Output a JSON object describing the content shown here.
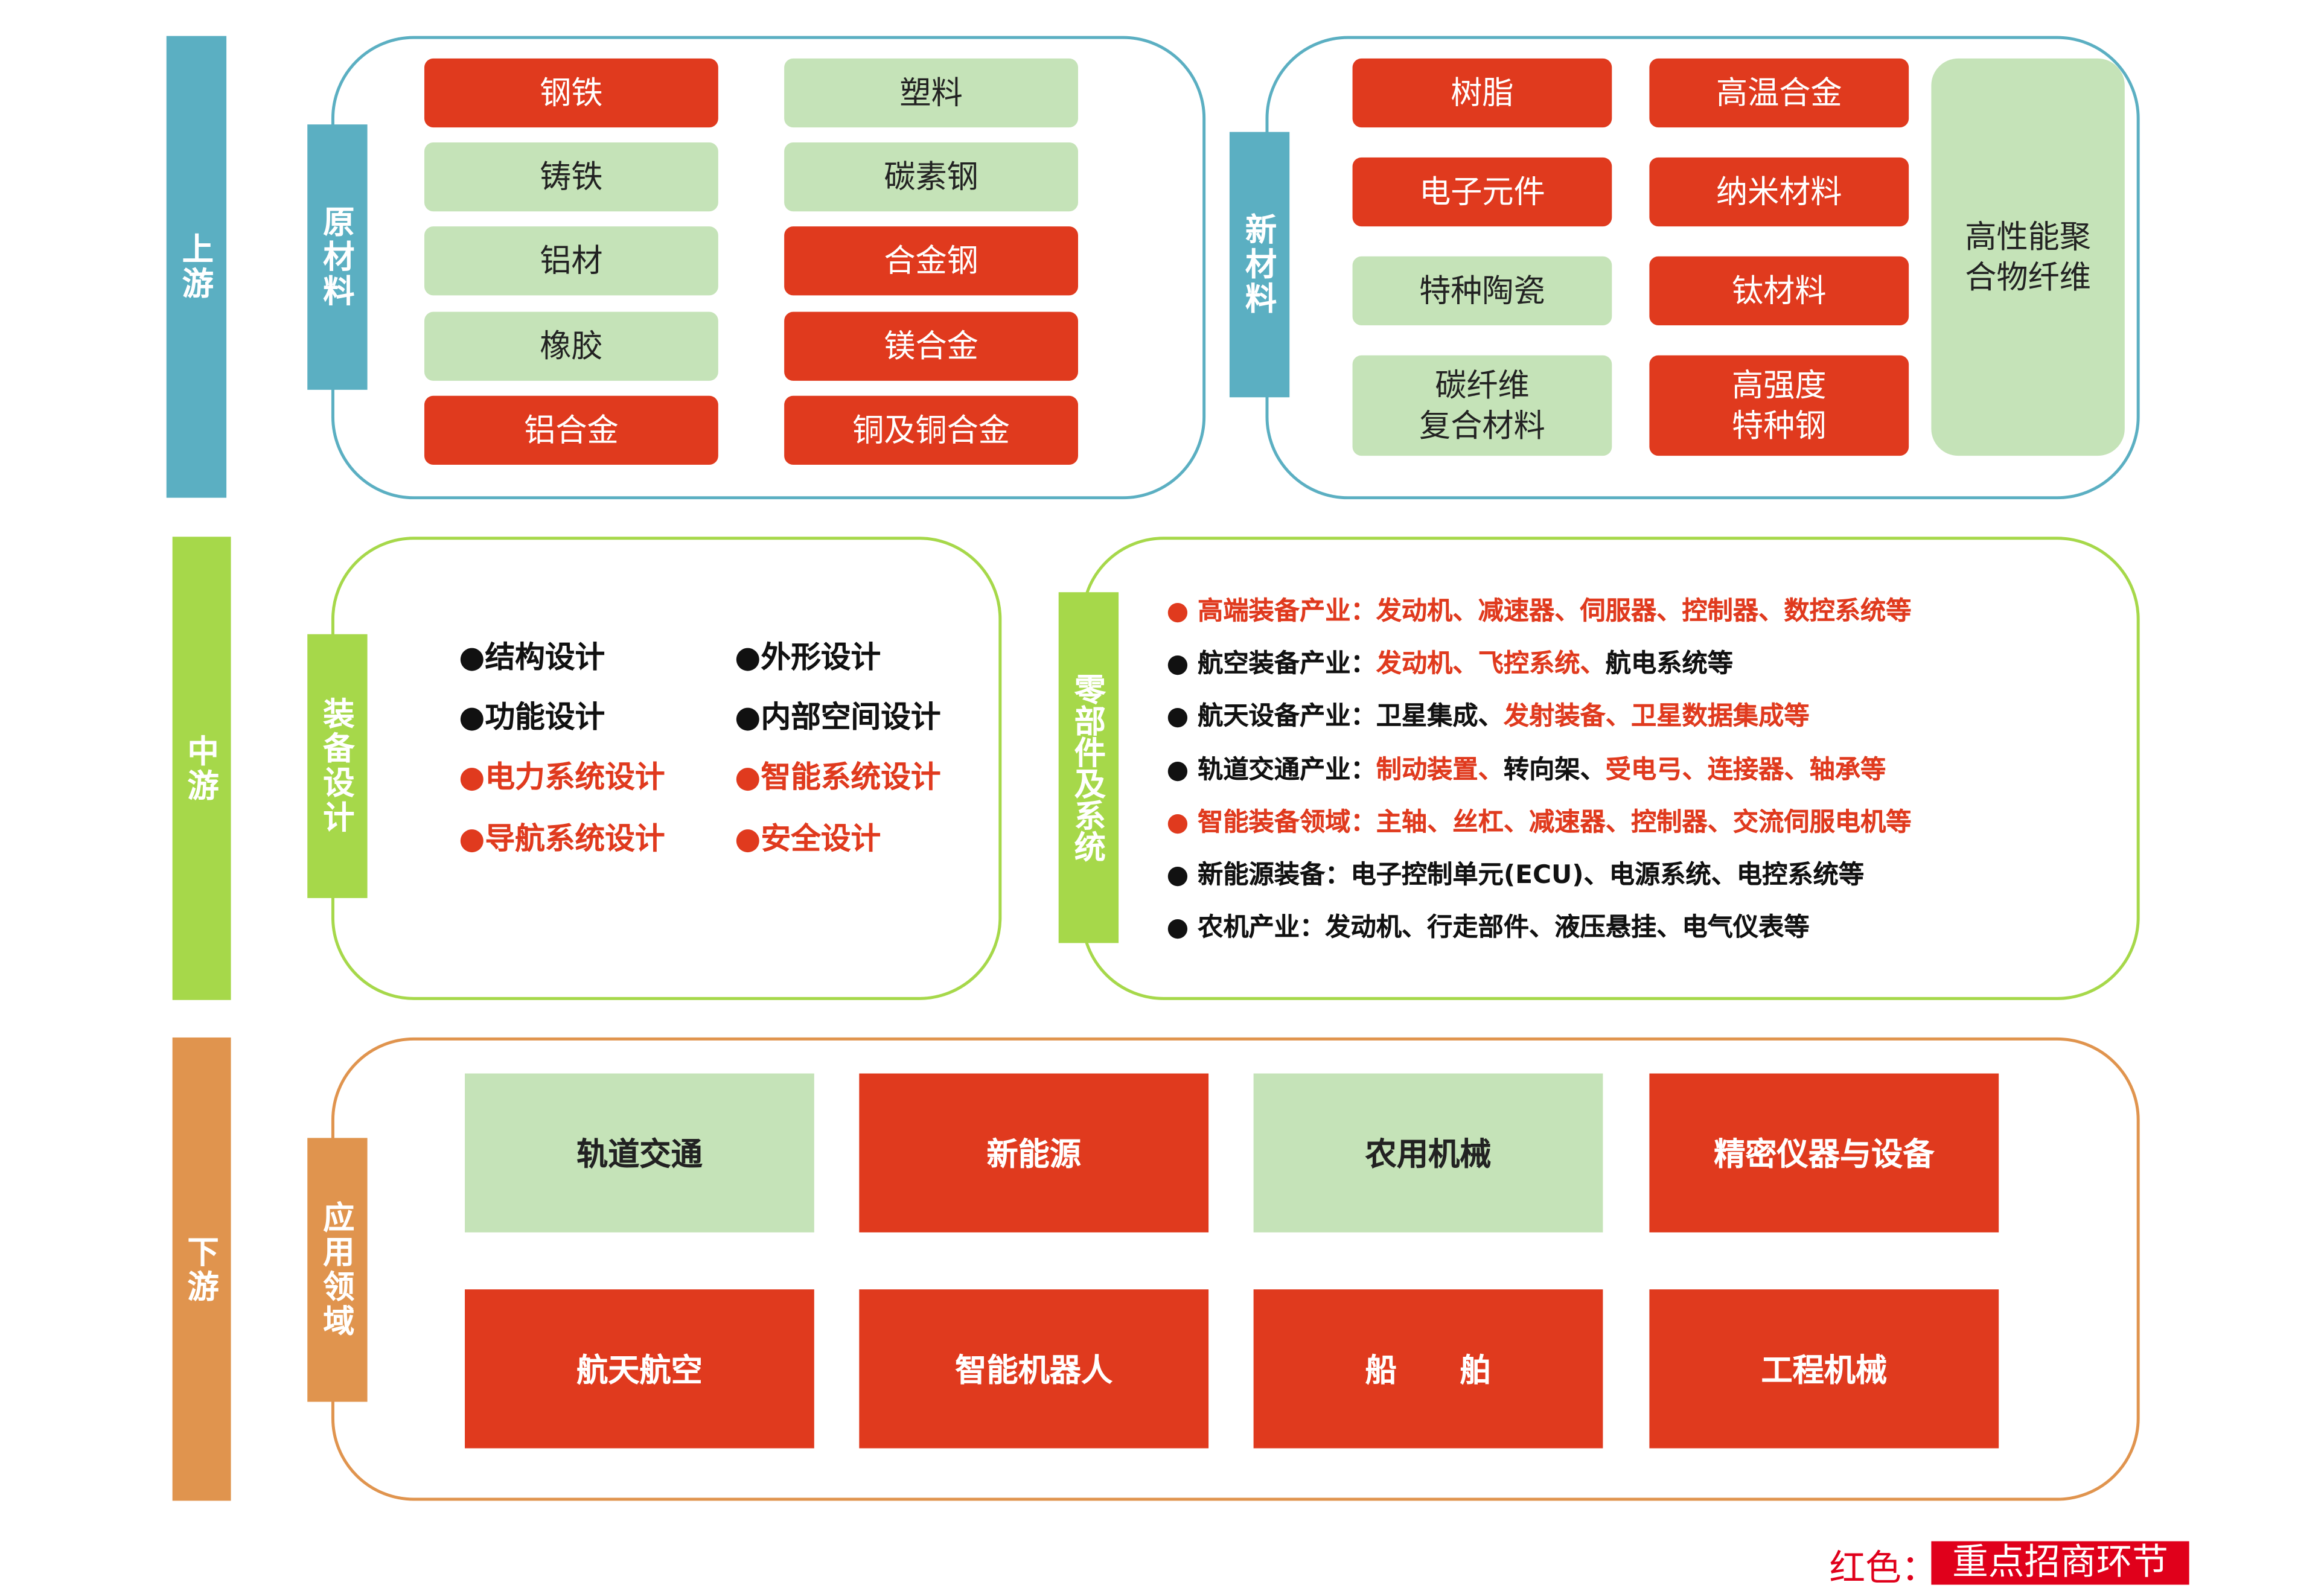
{
  "stages": {
    "upstream": "上游",
    "midstream": "中游",
    "downstream": "下游"
  },
  "colors": {
    "red": "#E03A1E",
    "green": "#C5E3B8",
    "teal": "#5BAFC2",
    "lime": "#A6D84A",
    "orange": "#E0944E"
  },
  "raw_materials": {
    "label": "原材料",
    "items": [
      {
        "text": "钢铁",
        "highlight": true
      },
      {
        "text": "塑料",
        "highlight": false
      },
      {
        "text": "铸铁",
        "highlight": false
      },
      {
        "text": "碳素钢",
        "highlight": false
      },
      {
        "text": "铝材",
        "highlight": false
      },
      {
        "text": "合金钢",
        "highlight": true
      },
      {
        "text": "橡胶",
        "highlight": false
      },
      {
        "text": "镁合金",
        "highlight": true
      },
      {
        "text": "铝合金",
        "highlight": true
      },
      {
        "text": "铜及铜合金",
        "highlight": true
      }
    ]
  },
  "new_materials": {
    "label": "新材料",
    "items": [
      {
        "text": "树脂",
        "highlight": true
      },
      {
        "text": "高温合金",
        "highlight": true
      },
      {
        "text": "电子元件",
        "highlight": true
      },
      {
        "text": "纳米材料",
        "highlight": true
      },
      {
        "text": "特种陶瓷",
        "highlight": false
      },
      {
        "text": "钛材料",
        "highlight": true
      },
      {
        "text": "碳纤维\n复合材料",
        "highlight": false
      },
      {
        "text": "高强度\n特种钢",
        "highlight": true
      }
    ],
    "big_item": {
      "text": "高性能聚\n合物纤维",
      "highlight": false
    }
  },
  "equipment_design": {
    "label": "装备设计",
    "items": [
      {
        "text": "●结构设计",
        "highlight": false
      },
      {
        "text": "●外形设计",
        "highlight": false
      },
      {
        "text": "●功能设计",
        "highlight": false
      },
      {
        "text": "●内部空间设计",
        "highlight": false
      },
      {
        "text": "●电力系统设计",
        "highlight": true
      },
      {
        "text": "●智能系统设计",
        "highlight": true
      },
      {
        "text": "●导航系统设计",
        "highlight": true
      },
      {
        "text": "●安全设计",
        "highlight": true
      }
    ]
  },
  "components": {
    "label": "零部件及系统",
    "lines": [
      [
        {
          "t": "● 高端装备产业：发动机、减速器、伺服器、控制器、数控系统等",
          "r": true
        }
      ],
      [
        {
          "t": "● 航空装备产业：",
          "r": false
        },
        {
          "t": "发动机、飞控系统、",
          "r": true
        },
        {
          "t": "航电系统等",
          "r": false
        }
      ],
      [
        {
          "t": "● 航天设备产业：卫星集成、",
          "r": false
        },
        {
          "t": "发射装备、卫星数据集成等",
          "r": true
        }
      ],
      [
        {
          "t": "● 轨道交通产业：",
          "r": false
        },
        {
          "t": "制动装置、",
          "r": true
        },
        {
          "t": "转向架、",
          "r": false
        },
        {
          "t": "受电弓、连接器、轴承等",
          "r": true
        }
      ],
      [
        {
          "t": "● 智能装备领域：主轴、丝杠、减速器、控制器、交流伺服电机等",
          "r": true
        }
      ],
      [
        {
          "t": "● 新能源装备：电子控制单元(ECU)、电源系统、电控系统等",
          "r": false
        }
      ],
      [
        {
          "t": "● 农机产业：发动机、行走部件、液压悬挂、电气仪表等",
          "r": false
        }
      ]
    ]
  },
  "applications": {
    "label": "应用领域",
    "items": [
      {
        "text": "轨道交通",
        "highlight": false
      },
      {
        "text": "新能源",
        "highlight": true
      },
      {
        "text": "农用机械",
        "highlight": false
      },
      {
        "text": "精密仪器与设备",
        "highlight": true
      },
      {
        "text": "航天航空",
        "highlight": true
      },
      {
        "text": "智能机器人",
        "highlight": true
      },
      {
        "text": "船　　舶",
        "highlight": true
      },
      {
        "text": "工程机械",
        "highlight": true
      }
    ]
  },
  "legend": {
    "prefix": "红色：",
    "label": "重点招商环节"
  }
}
